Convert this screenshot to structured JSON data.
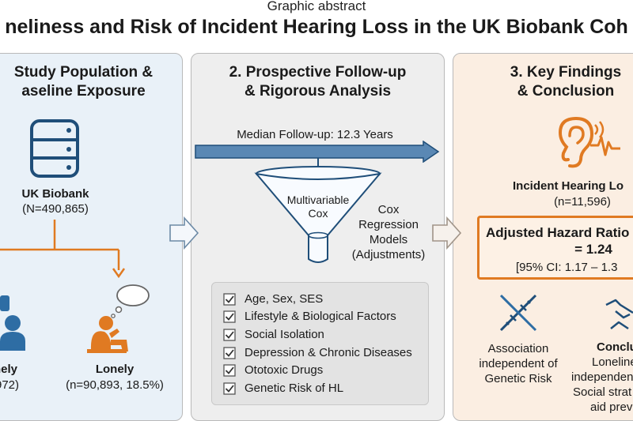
{
  "header": {
    "small": "Graphic abstract",
    "title": "neliness and Risk of Incident Hearing Loss in the UK Biobank Coh"
  },
  "panel1": {
    "title_line1": "Study Population &",
    "title_line2": "aseline Exposure",
    "db_name": "UK Biobank",
    "db_n": "(N=490,865)",
    "left_label": "nely",
    "left_n": "972)",
    "lonely_label": "Lonely",
    "lonely_n": "(n=90,893, 18.5%)"
  },
  "panel2": {
    "title_line1": "2. Prospective Follow-up",
    "title_line2": "& Rigorous Analysis",
    "followup": "Median Follow-up: 12.3 Years",
    "funnel_line1": "Multivariable",
    "funnel_line2": "Cox",
    "side_line1": "Cox",
    "side_line2": "Regression",
    "side_line3": "Models",
    "side_line4": "(Adjustments)",
    "adjustments": [
      "Age, Sex, SES",
      "Lifestyle & Biological Factors",
      "Social Isolation",
      "Depression & Chronic Diseases",
      "Ototoxic Drugs",
      "Genetic Risk of HL"
    ]
  },
  "panel3": {
    "title_line1": "3. Key Findings",
    "title_line2": "& Conclusion",
    "outcome": "Incident Hearing Lo",
    "outcome_n": "(n=11,596)",
    "hr_line1": "Adjusted Hazard Ratio",
    "hr_line2": "= 1.24",
    "hr_ci": "[95% CI: 1.17 – 1.3",
    "assoc_line1": "Association",
    "assoc_line2": "independent of",
    "assoc_line3": "Genetic Risk",
    "concl_title": "Conclu",
    "concl_line1": "Loneline",
    "concl_line2": "independen",
    "concl_line3": "Social strat",
    "concl_line4": "aid prev"
  },
  "colors": {
    "accent_orange": "#e07a22",
    "accent_blue": "#2e6da4",
    "navy": "#1f4e79"
  }
}
